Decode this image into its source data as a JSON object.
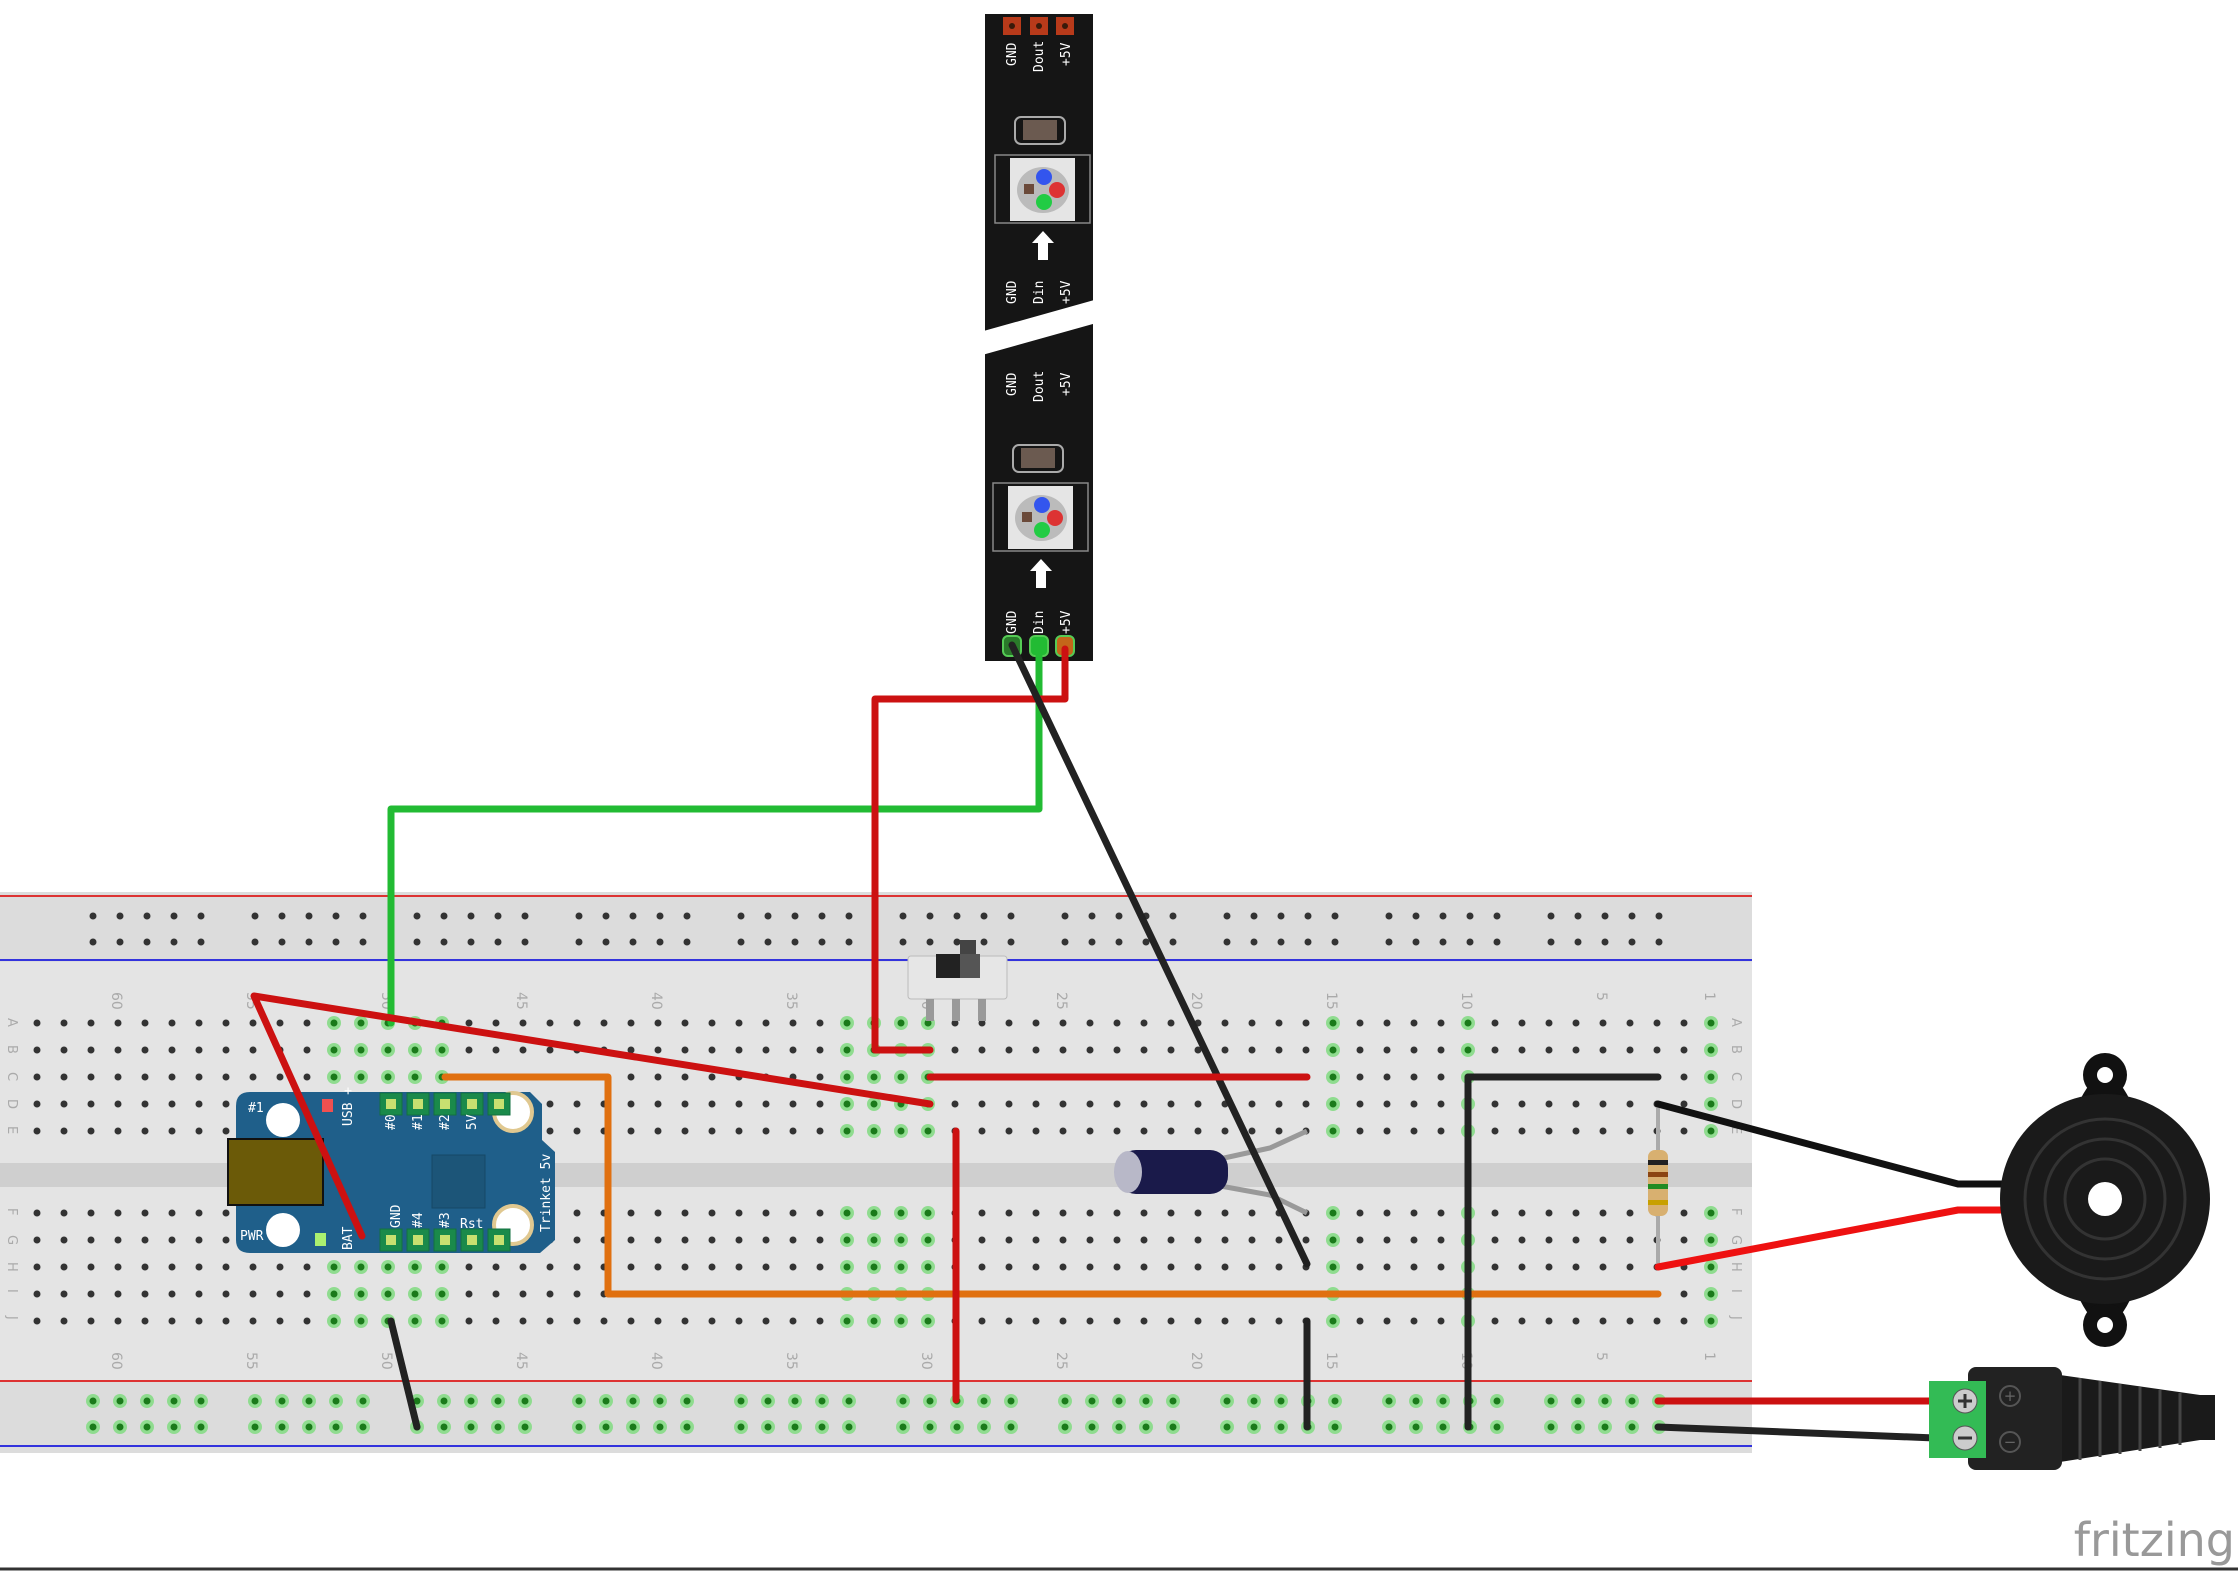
{
  "led_strip": {
    "top_pins": [
      "GND",
      "Dout",
      "+5V"
    ],
    "mid_in_pins": [
      "GND",
      "Din",
      "+5V"
    ],
    "mid_out_pins": [
      "GND",
      "Dout",
      "+5V"
    ],
    "bottom_pins": [
      "GND",
      "Din",
      "+5V"
    ]
  },
  "trinket": {
    "name": "Trinket 5v",
    "top_pins": [
      "USB +",
      "#0",
      "#1",
      "#2",
      "5V"
    ],
    "bottom_pins": [
      "BAT",
      "GND",
      "#4",
      "#3",
      "Rst"
    ],
    "led1": "#1",
    "pwr": "PWR"
  },
  "breadboard": {
    "column_labels": [
      "60",
      "55",
      "50",
      "45",
      "40",
      "35",
      "30",
      "25",
      "20",
      "15",
      "10",
      "5",
      "1"
    ],
    "row_labels_top": [
      "A",
      "B",
      "C",
      "D",
      "E"
    ],
    "row_labels_bottom": [
      "F",
      "G",
      "H",
      "I",
      "J"
    ]
  },
  "power_jack": {
    "plus": "+",
    "minus": "−"
  },
  "logo": "fritzing",
  "colors": {
    "wire_red": "#cc1111",
    "wire_green": "#22bb33",
    "wire_black": "#222222",
    "wire_orange": "#e07010",
    "trinket_blue": "#1f5f8a",
    "breadboard": "#d9d9d9"
  }
}
